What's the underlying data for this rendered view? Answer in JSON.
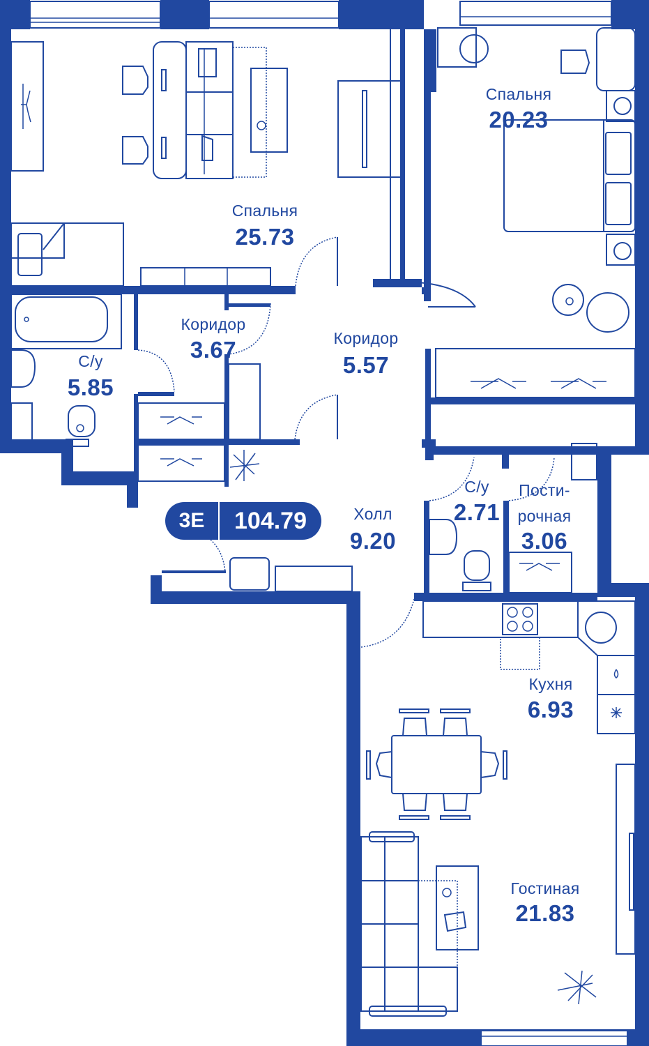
{
  "apartment": {
    "type_code": "3E",
    "total_area": "104.79",
    "accent_color": "#2148a0"
  },
  "rooms": {
    "bedroom_big": {
      "name": "Спальня",
      "area": "25.73"
    },
    "bedroom_small": {
      "name": "Спальня",
      "area": "20.23"
    },
    "bathroom_big": {
      "name": "С/у",
      "area": "5.85"
    },
    "corridor_left": {
      "name": "Коридор",
      "area": "3.67"
    },
    "corridor_mid": {
      "name": "Коридор",
      "area": "5.57"
    },
    "hall": {
      "name": "Холл",
      "area": "9.20"
    },
    "bathroom_small": {
      "name": "С/у",
      "area": "2.71"
    },
    "laundry": {
      "name_line1": "Пости-",
      "name_line2": "рочная",
      "area": "3.06"
    },
    "kitchen": {
      "name": "Кухня",
      "area": "6.93"
    },
    "living": {
      "name": "Гостиная",
      "area": "21.83"
    }
  }
}
